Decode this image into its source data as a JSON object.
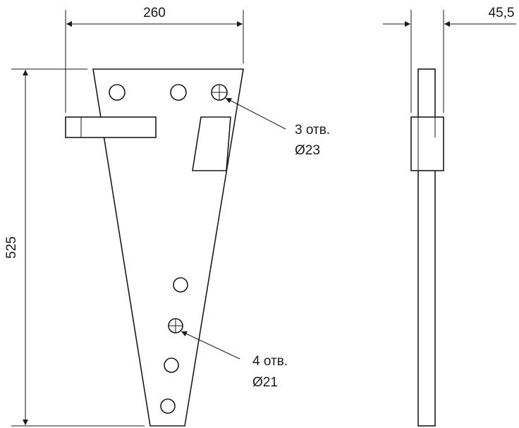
{
  "dimensions": {
    "width": "260",
    "height": "525",
    "thickness": "45,5"
  },
  "callouts": {
    "top_holes": {
      "count": "3 отв.",
      "diameter": "Ø23"
    },
    "bottom_holes": {
      "count": "4 отв.",
      "diameter": "Ø21"
    }
  },
  "colors": {
    "line": "#1a1a1a",
    "background": "#ffffff"
  }
}
